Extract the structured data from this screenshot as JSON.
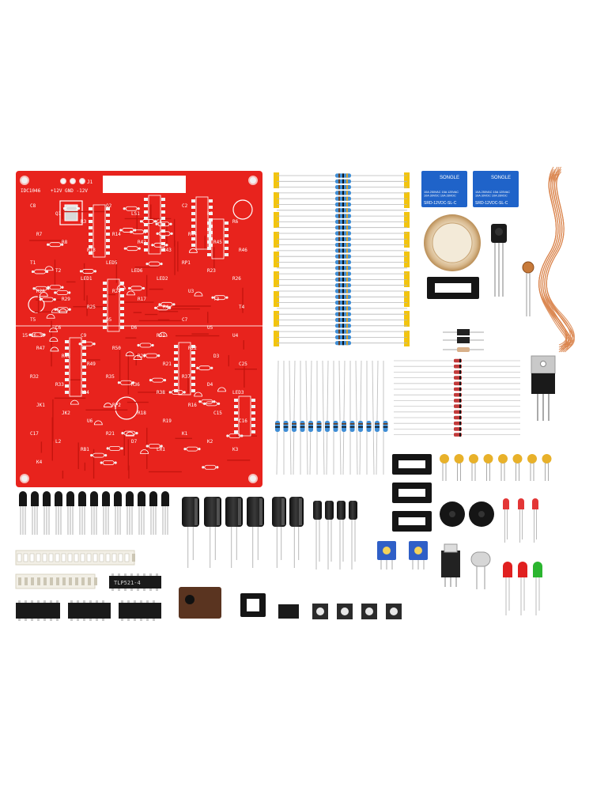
{
  "pcb": {
    "board_label": "IDC1046",
    "power_label": "+12V GND -12V",
    "j1_label": "J1",
    "date_label": "15-06-30",
    "silk_labels": [
      "C8",
      "Q1",
      "R3",
      "Q2",
      "LS1",
      "C1",
      "C2",
      "R5",
      "R6",
      "R7",
      "R8",
      "R13",
      "R14",
      "R42",
      "R43",
      "R44",
      "R45",
      "R46",
      "T1",
      "T2",
      "LED1",
      "LED5",
      "LED6",
      "LED2",
      "RP1",
      "R23",
      "R26",
      "R28",
      "R29",
      "R25",
      "R24",
      "R17",
      "R4",
      "U3",
      "T3",
      "T4",
      "T5",
      "C6",
      "C9",
      "D5",
      "D6",
      "R31",
      "C7",
      "U5",
      "U4",
      "R47",
      "R48",
      "R49",
      "R50",
      "R27",
      "R21",
      "R22",
      "D3",
      "C25",
      "R32",
      "R33",
      "R34",
      "R35",
      "R36",
      "R38",
      "R37",
      "D4",
      "LED3",
      "JK1",
      "JK2",
      "U6",
      "RP2",
      "R18",
      "R19",
      "R16",
      "C15",
      "C16",
      "C17",
      "L2",
      "RB1",
      "R21",
      "D7",
      "LR1",
      "K1",
      "K2",
      "K3",
      "K4"
    ]
  },
  "relays": [
    {
      "brand": "SONGLE",
      "model": "SRD-12VDC-SL-C",
      "ratings": "10A 250VAC 15A 125VAC\n10A 30VDC 10A 28VDC"
    },
    {
      "brand": "SONGLE",
      "model": "SRD-12VDC-SL-C",
      "ratings": "10A 250VAC 15A 125VAC\n10A 30VDC 10A 28VDC"
    }
  ],
  "ic_marking": "TLP521-4",
  "colors": {
    "pcb_red": "#e8231d",
    "pcb_trace": "#c5150f",
    "relay_blue": "#1f63c9",
    "paper_tape": "#f2c40f",
    "copper": "#d9834a",
    "led_red": "#e02020",
    "led_green": "#2bb52f",
    "trimpot_blue": "#2f5fc7",
    "buzzer_piezo": "#d8b98e"
  },
  "components": {
    "taped_resistors_count": 30,
    "loose_resistors_count": 14,
    "transistors_count": 13,
    "diodes_count": 14,
    "ceramic_caps_count": 8,
    "buttons_count": 4,
    "ic_sockets_count": 4,
    "relays_count": 2
  }
}
